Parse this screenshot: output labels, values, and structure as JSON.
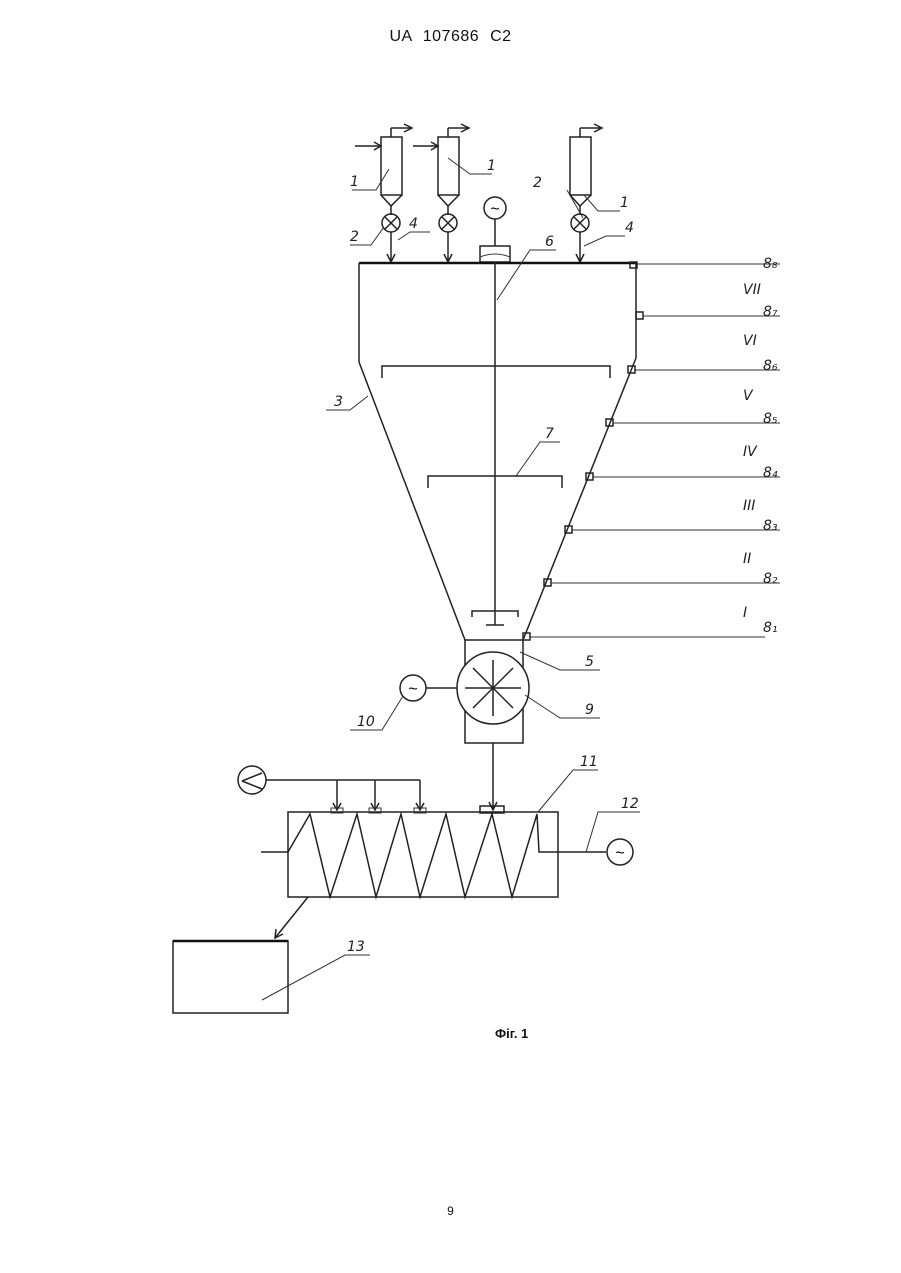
{
  "header": {
    "patent_number": "UA   107686   C2"
  },
  "figure": {
    "caption": "Фіг. 1",
    "labels": {
      "l1a": "1",
      "l1b": "1",
      "l1c": "1",
      "l2a": "2",
      "l2b": "2",
      "l3": "3",
      "l4a": "4",
      "l4b": "4",
      "l5": "5",
      "l6": "6",
      "l7": "7",
      "l9": "9",
      "l10": "10",
      "l11": "11",
      "l12": "12",
      "l13": "13"
    },
    "sensors": [
      {
        "name": "8₈",
        "zone": "VII"
      },
      {
        "name": "8₇",
        "zone": "VI"
      },
      {
        "name": "8₆",
        "zone": "V"
      },
      {
        "name": "8₅",
        "zone": "IV"
      },
      {
        "name": "8₄",
        "zone": "III"
      },
      {
        "name": "8₃",
        "zone": "II"
      },
      {
        "name": "8₂",
        "zone": "I"
      },
      {
        "name": "8₁",
        "zone": ""
      }
    ],
    "motor_symbol": "~"
  },
  "footer": {
    "page_number": "9"
  }
}
